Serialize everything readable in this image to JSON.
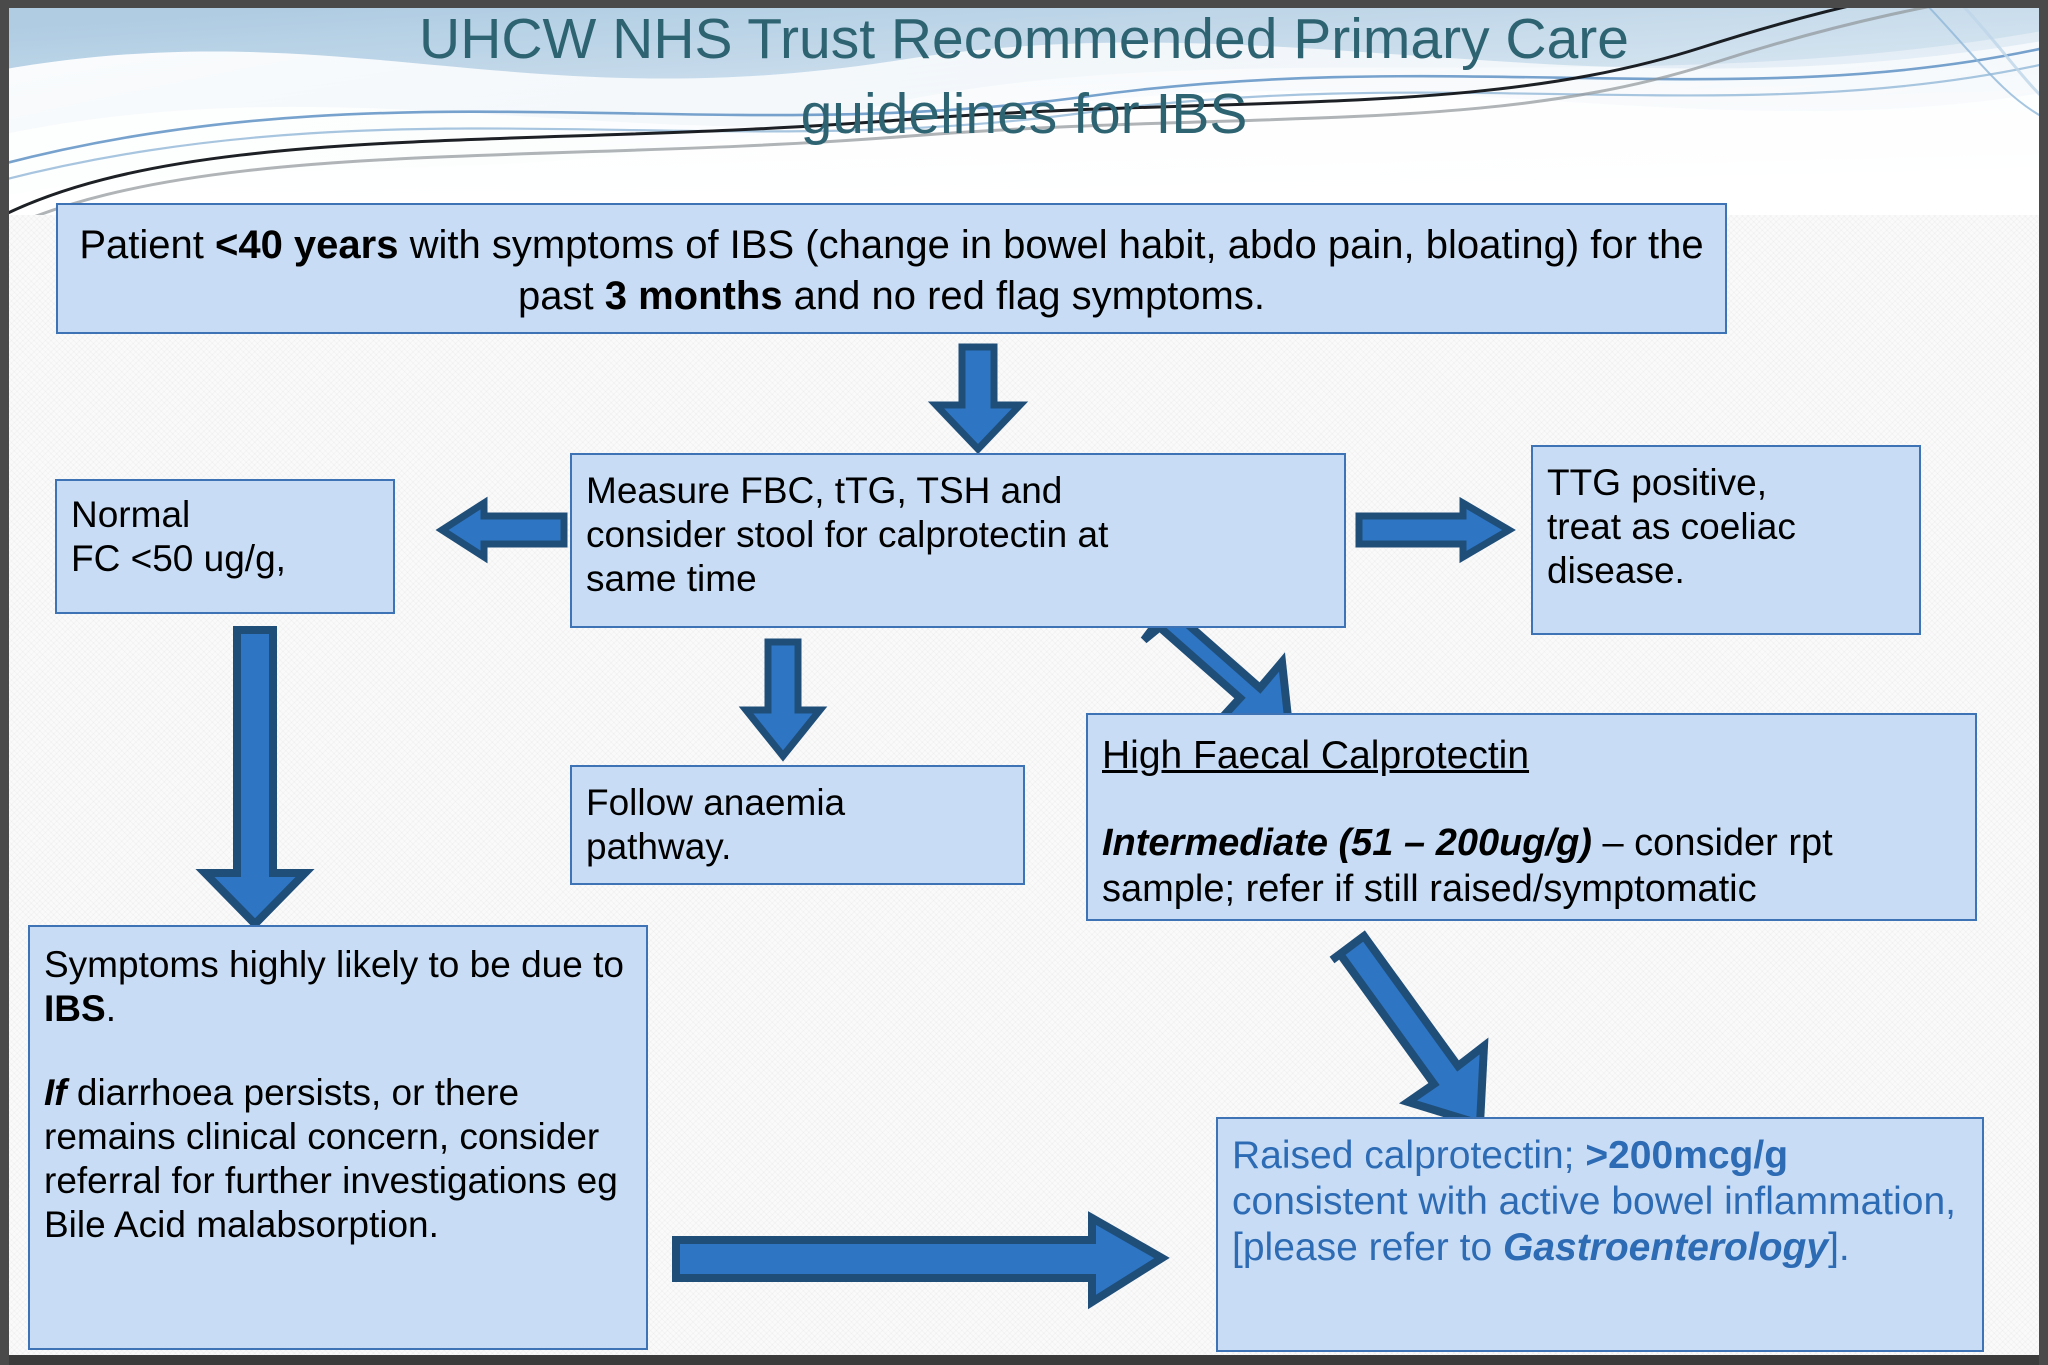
{
  "slide": {
    "title_line1": "UHCW NHS Trust Recommended Primary Care",
    "title_line2": "guidelines for IBS",
    "title_color": "#2E6472",
    "background_color": "#FAFAFA",
    "box_fill": "#C8DDF5",
    "box_border": "#3E73B6",
    "arrow_fill": "#2E75C4",
    "arrow_border": "#1F4E79",
    "highlight_text_color": "#2D6BB4"
  },
  "boxes": {
    "patient": {
      "segments": [
        {
          "text": "Patient ",
          "style": "normal"
        },
        {
          "text": "<40 years",
          "style": "bold"
        },
        {
          "text": " with symptoms of IBS (change in bowel habit, abdo pain, bloating) for the past ",
          "style": "normal"
        },
        {
          "text": "3 months",
          "style": "bold"
        },
        {
          "text": " and no red flag symptoms.",
          "style": "normal"
        }
      ],
      "plain": "Patient <40 years with symptoms of IBS (change in bowel habit, abdo pain, bloating) for the past 3 months and no red flag symptoms."
    },
    "normal": {
      "line1": "Normal",
      "line2": "FC <50 ug/g,"
    },
    "measure": {
      "line1": "Measure FBC, tTG, TSH and",
      "line2": "consider stool for calprotectin at",
      "line3": "same time"
    },
    "ttg": {
      "line1": "TTG positive,",
      "line2": "treat as coeliac",
      "line3": "disease."
    },
    "anaemia": {
      "line1": "Follow anaemia",
      "line2": "pathway."
    },
    "high_fc": {
      "heading": "High Faecal Calprotectin",
      "segments": [
        {
          "text": "Intermediate (51 – 200ug/g)",
          "style": "bold-italic"
        },
        {
          "text": " – consider rpt sample; refer if still raised/symptomatic",
          "style": "normal"
        }
      ],
      "plain": "Intermediate (51 – 200ug/g) – consider rpt sample; refer if still raised/symptomatic"
    },
    "symptoms": {
      "para1_segments": [
        {
          "text": "Symptoms highly likely to be due to ",
          "style": "normal"
        },
        {
          "text": "IBS",
          "style": "bold"
        },
        {
          "text": ".",
          "style": "normal"
        }
      ],
      "para1_plain": "Symptoms highly likely to be due to IBS.",
      "para2_segments": [
        {
          "text": "If",
          "style": "bold-italic"
        },
        {
          "text": " diarrhoea persists, or there remains clinical concern, consider referral for further investigations eg Bile Acid malabsorption.",
          "style": "normal"
        }
      ],
      "para2_plain": "If diarrhoea persists, or there remains clinical concern, consider referral for further investigations eg Bile Acid malabsorption."
    },
    "raised": {
      "segments": [
        {
          "text": "Raised calprotectin; ",
          "style": "normal"
        },
        {
          "text": ">200mcg/g",
          "style": "bold"
        },
        {
          "text": " consistent with active bowel inflammation, [please refer to ",
          "style": "normal"
        },
        {
          "text": "Gastroenterology",
          "style": "bold-italic"
        },
        {
          "text": "].",
          "style": "normal"
        }
      ],
      "plain": "Raised calprotectin; >200mcg/g consistent with active bowel inflammation, [please refer to Gastroenterology]."
    }
  },
  "arrows": [
    {
      "name": "arrow-patient-to-measure",
      "direction": "down"
    },
    {
      "name": "arrow-measure-to-normal",
      "direction": "left"
    },
    {
      "name": "arrow-measure-to-ttg",
      "direction": "right"
    },
    {
      "name": "arrow-measure-to-anaemia",
      "direction": "down"
    },
    {
      "name": "arrow-measure-to-highfc",
      "direction": "down-right"
    },
    {
      "name": "arrow-normal-to-symptoms",
      "direction": "down"
    },
    {
      "name": "arrow-highfc-to-raised",
      "direction": "down-right"
    },
    {
      "name": "arrow-symptoms-to-raised",
      "direction": "right"
    }
  ]
}
